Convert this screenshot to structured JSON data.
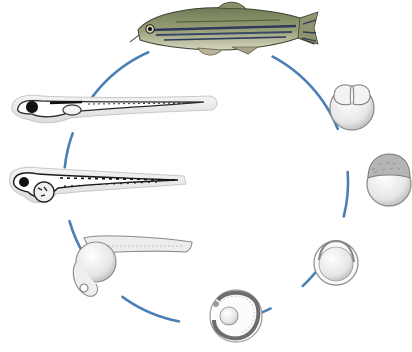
{
  "diagram": {
    "ring_color": "#4a7fb5",
    "stages": [
      {
        "id": "adult",
        "icon": "adult-zebrafish-icon"
      },
      {
        "id": "two-cell",
        "icon": "two-cell-embryo-icon"
      },
      {
        "id": "blastula",
        "icon": "blastula-embryo-icon"
      },
      {
        "id": "epiboly",
        "icon": "epiboly-embryo-icon"
      },
      {
        "id": "segmentation",
        "icon": "segmentation-embryo-icon"
      },
      {
        "id": "pharyngula",
        "icon": "pharyngula-embryo-icon"
      },
      {
        "id": "hatching-larva",
        "icon": "hatching-larva-icon"
      },
      {
        "id": "larva",
        "icon": "larva-icon"
      }
    ]
  }
}
